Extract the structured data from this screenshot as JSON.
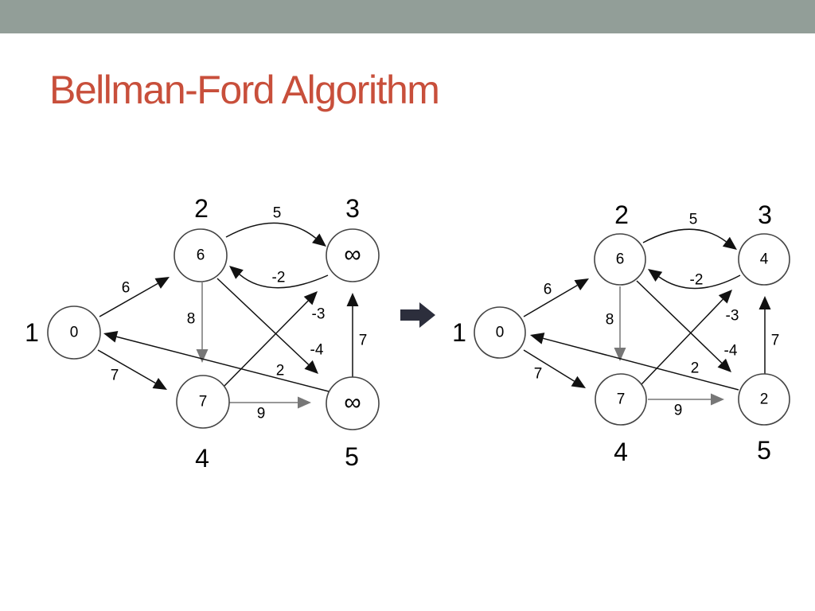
{
  "slide": {
    "title": "Bellman-Ford Algorithm"
  },
  "colors": {
    "title": "#c84f3b",
    "top_bar": "#929e98",
    "edge_dark": "#111111",
    "edge_gray": "#777777"
  },
  "graphs": [
    {
      "id": "before",
      "nodes": [
        {
          "id": "1",
          "label": "1",
          "value": "0"
        },
        {
          "id": "2",
          "label": "2",
          "value": "6"
        },
        {
          "id": "3",
          "label": "3",
          "value": "∞"
        },
        {
          "id": "4",
          "label": "4",
          "value": "7"
        },
        {
          "id": "5",
          "label": "5",
          "value": "∞"
        }
      ],
      "edges": [
        {
          "from": "1",
          "to": "2",
          "weight": "6"
        },
        {
          "from": "1",
          "to": "4",
          "weight": "7"
        },
        {
          "from": "2",
          "to": "3",
          "weight": "5"
        },
        {
          "from": "3",
          "to": "2",
          "weight": "-2"
        },
        {
          "from": "2",
          "to": "4",
          "weight": "8"
        },
        {
          "from": "2",
          "to": "5",
          "weight": "-4"
        },
        {
          "from": "4",
          "to": "3",
          "weight": "-3"
        },
        {
          "from": "4",
          "to": "5",
          "weight": "9"
        },
        {
          "from": "5",
          "to": "3",
          "weight": "7"
        },
        {
          "from": "5",
          "to": "1",
          "weight": "2"
        }
      ]
    },
    {
      "id": "after",
      "nodes": [
        {
          "id": "1",
          "label": "1",
          "value": "0"
        },
        {
          "id": "2",
          "label": "2",
          "value": "6"
        },
        {
          "id": "3",
          "label": "3",
          "value": "4"
        },
        {
          "id": "4",
          "label": "4",
          "value": "7"
        },
        {
          "id": "5",
          "label": "5",
          "value": "2"
        }
      ],
      "edges": [
        {
          "from": "1",
          "to": "2",
          "weight": "6"
        },
        {
          "from": "1",
          "to": "4",
          "weight": "7"
        },
        {
          "from": "2",
          "to": "3",
          "weight": "5"
        },
        {
          "from": "3",
          "to": "2",
          "weight": "-2"
        },
        {
          "from": "2",
          "to": "4",
          "weight": "8"
        },
        {
          "from": "2",
          "to": "5",
          "weight": "-4"
        },
        {
          "from": "4",
          "to": "3",
          "weight": "-3"
        },
        {
          "from": "4",
          "to": "5",
          "weight": "9"
        },
        {
          "from": "5",
          "to": "3",
          "weight": "7"
        },
        {
          "from": "5",
          "to": "1",
          "weight": "2"
        }
      ]
    }
  ],
  "transition_icon": "right-arrow-icon"
}
